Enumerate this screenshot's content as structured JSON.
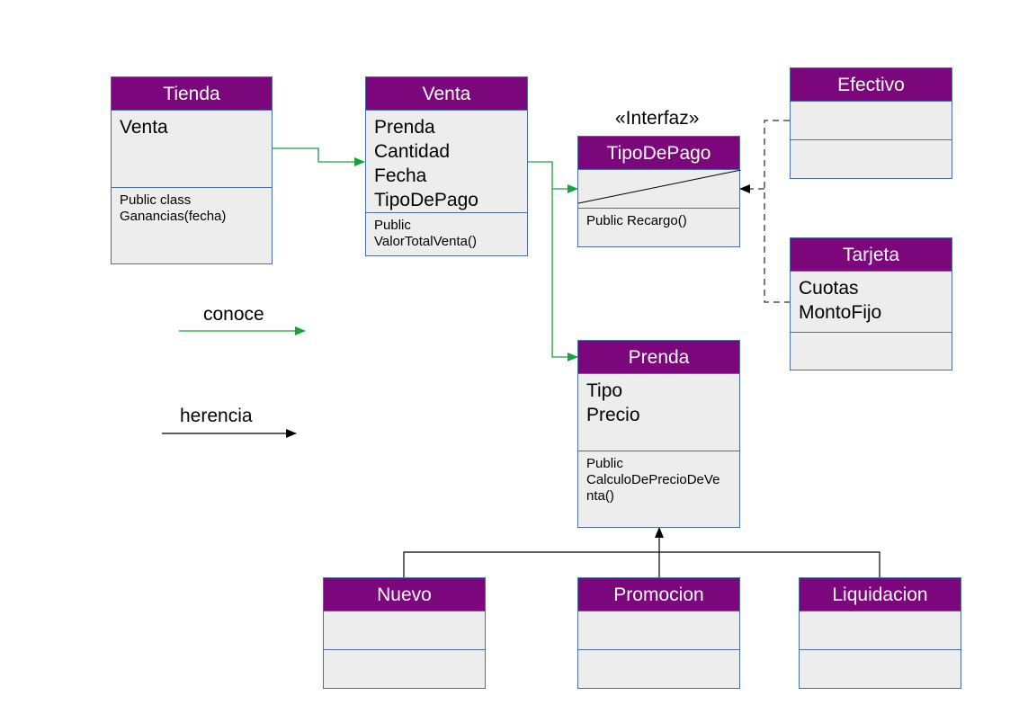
{
  "colors": {
    "header_bg": "#7c077c",
    "box_bg": "#ededed",
    "box_border": "#4a6fa0",
    "association": "#1aa33a",
    "inheritance": "#000000",
    "realization": "#333333"
  },
  "classes": {
    "tienda": {
      "name": "Tienda",
      "attributes": [
        "Venta"
      ],
      "operations": [
        "Public class",
        "Ganancias(fecha)"
      ]
    },
    "venta": {
      "name": "Venta",
      "attributes": [
        "Prenda",
        "Cantidad",
        "Fecha",
        "TipoDePago"
      ],
      "operations": [
        "Public",
        "ValorTotalVenta()"
      ]
    },
    "tipodepago": {
      "stereotype": "«Interfaz»",
      "name": "TipoDePago",
      "attributes": [],
      "operations": [
        "Public Recargo()"
      ]
    },
    "efectivo": {
      "name": "Efectivo",
      "attributes": [],
      "operations": []
    },
    "tarjeta": {
      "name": "Tarjeta",
      "attributes": [
        "Cuotas",
        "MontoFijo"
      ],
      "operations": []
    },
    "prenda": {
      "name": "Prenda",
      "attributes": [
        "Tipo",
        "Precio"
      ],
      "operations": [
        "Public",
        "CalculoDePrecioDeVe",
        "nta()"
      ]
    },
    "nuevo": {
      "name": "Nuevo",
      "attributes": [],
      "operations": []
    },
    "promocion": {
      "name": "Promocion",
      "attributes": [],
      "operations": []
    },
    "liquidacion": {
      "name": "Liquidacion",
      "attributes": [],
      "operations": []
    }
  },
  "legend": {
    "association_label": "conoce",
    "inheritance_label": "herencia"
  }
}
